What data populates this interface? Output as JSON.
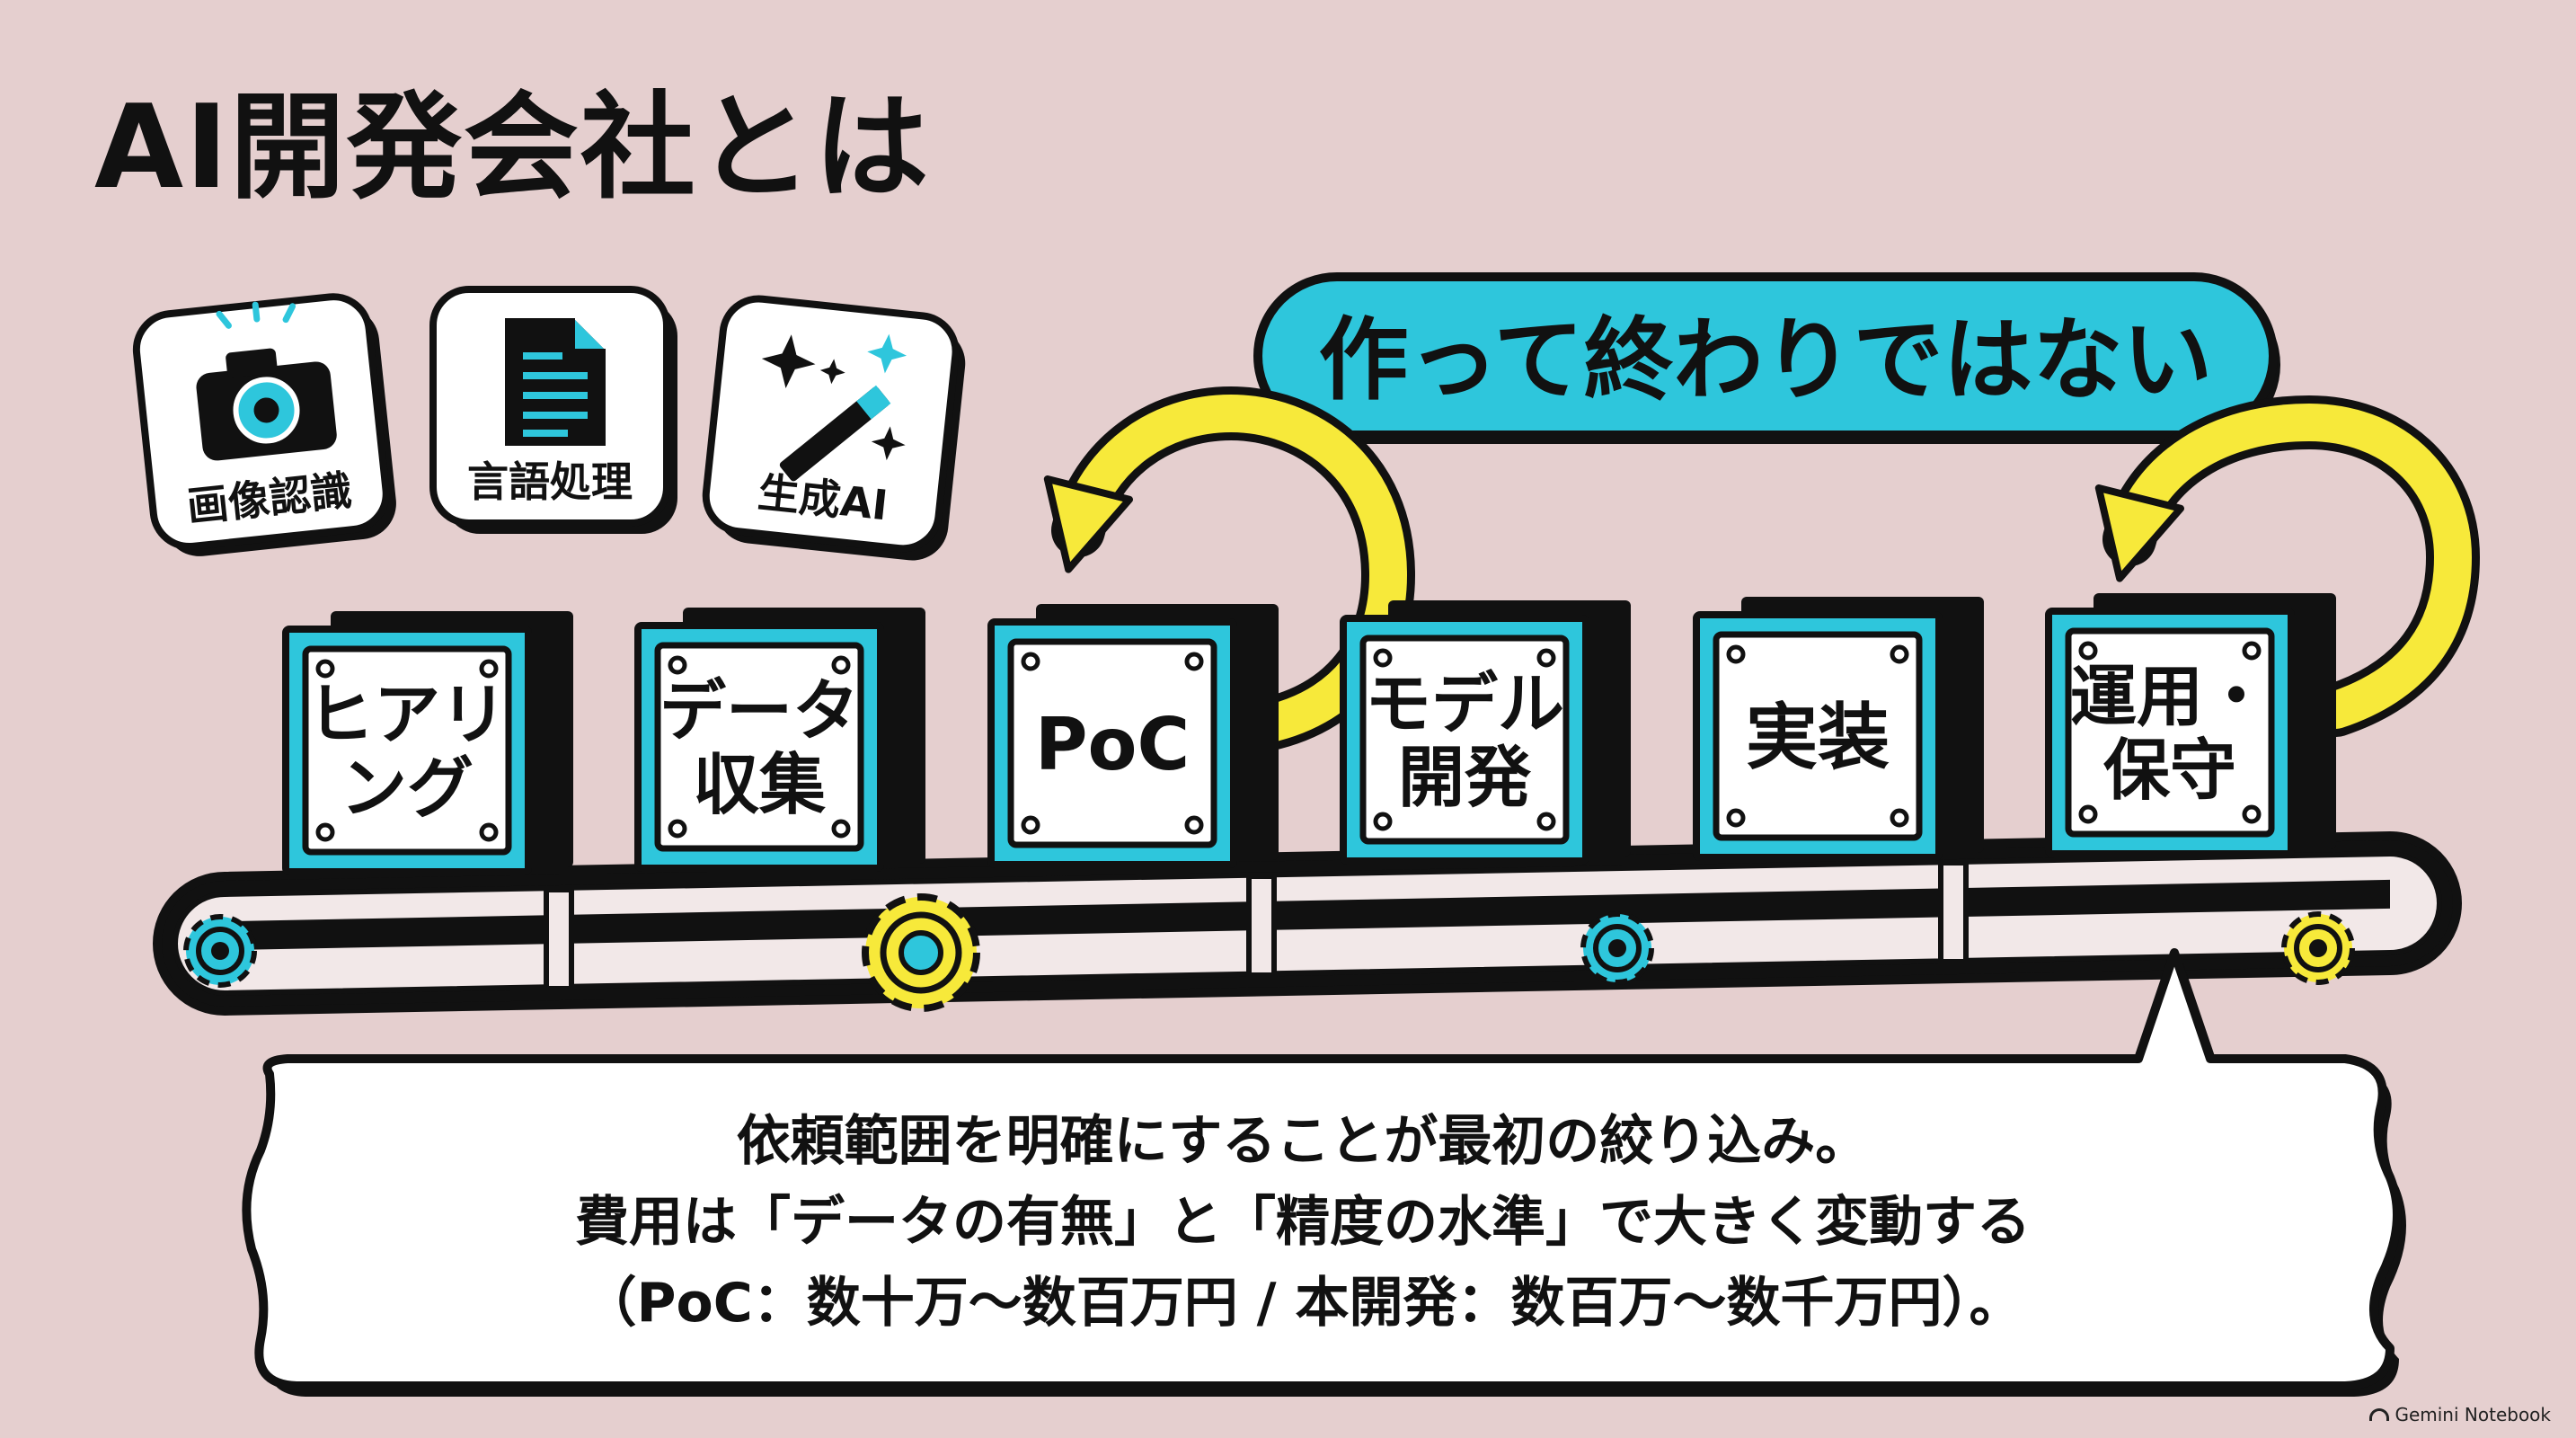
{
  "title": "AI開発会社とは",
  "categories": [
    {
      "label": "画像認識",
      "icon": "camera-icon"
    },
    {
      "label": "言語処理",
      "icon": "document-icon"
    },
    {
      "label": "生成AI",
      "icon": "magic-wand-icon"
    }
  ],
  "cycle_banner": "作って終わりではない",
  "process_steps": [
    {
      "lines": [
        "ヒアリ",
        "ング"
      ]
    },
    {
      "lines": [
        "データ",
        "収集"
      ]
    },
    {
      "lines": [
        "PoC"
      ]
    },
    {
      "lines": [
        "モデル",
        "開発"
      ]
    },
    {
      "lines": [
        "実装"
      ]
    },
    {
      "lines": [
        "運用・",
        "保守"
      ]
    }
  ],
  "callout": {
    "lines": [
      "依頼範囲を明確にすることが最初の絞り込み。",
      "費用は「データの有無」と「精度の水準」で大きく変動する",
      "（PoC：数十万〜数百万円 / 本開発：数百万〜数千万円）。"
    ]
  },
  "footer": "Gemini Notebook",
  "colors": {
    "background": "#e5cfcf",
    "accent_cyan": "#2ec6dc",
    "accent_yellow": "#f7e93a",
    "ink": "#111111"
  }
}
